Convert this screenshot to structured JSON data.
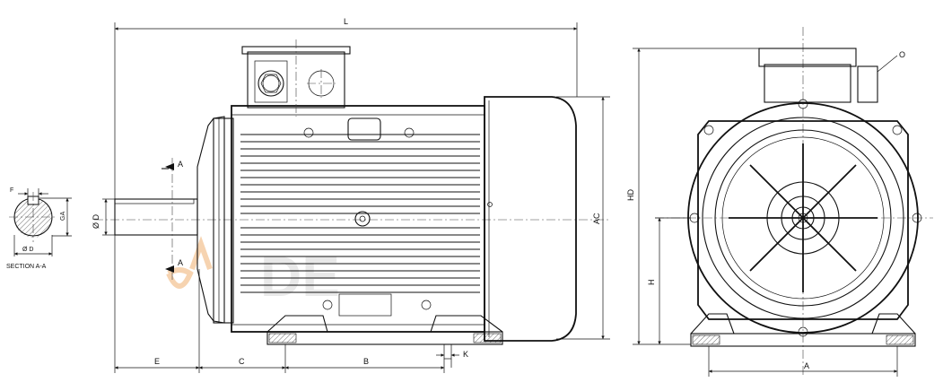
{
  "labels": {
    "L": "L",
    "AC": "AC",
    "HD": "HD",
    "H": "H",
    "A": "A",
    "B": "B",
    "C": "C",
    "E": "E",
    "K": "K",
    "O": "O",
    "D": "Ø D",
    "F": "F",
    "GA": "GA",
    "D_section": "Ø D",
    "section": "SECTION  A-A",
    "A_cut_top": "A",
    "A_cut_bottom": "A"
  },
  "colors": {
    "line": "#111111",
    "watermark": "#f0b070",
    "background": "#ffffff"
  }
}
